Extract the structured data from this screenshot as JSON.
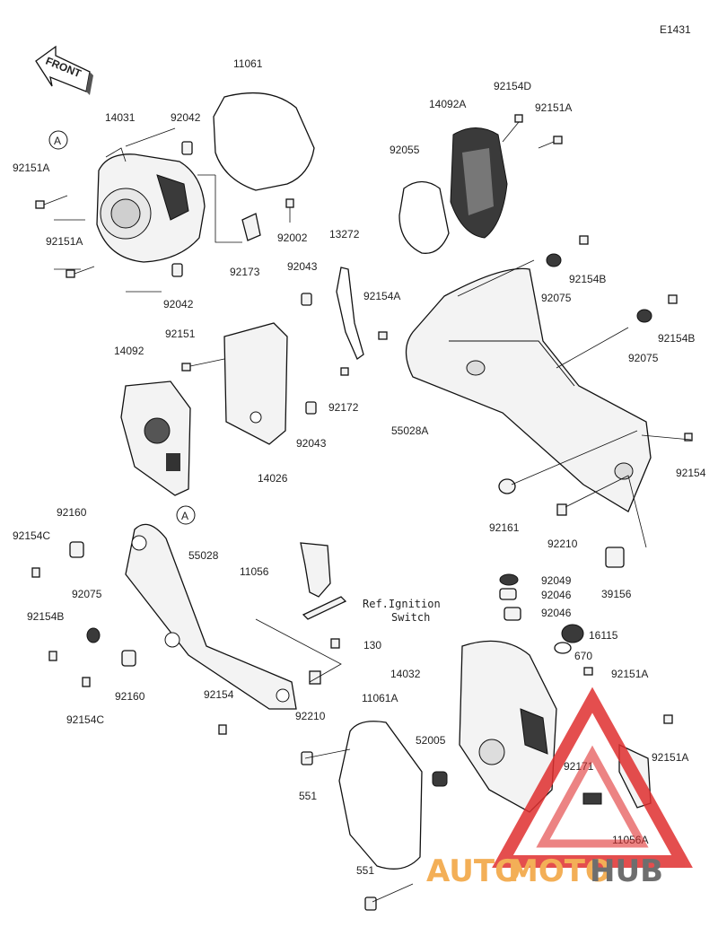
{
  "diagram_code": "E1431",
  "front_label": "FRONT",
  "callout_a": "A",
  "ref_note": [
    "Ref.Ignition",
    "Switch"
  ],
  "parts": [
    "11061",
    "14031",
    "92042",
    "92151A",
    "92002",
    "92173",
    "92151A",
    "92042",
    "14092A",
    "92154D",
    "92151A",
    "92055",
    "13272",
    "92043",
    "92154A",
    "92151",
    "14092",
    "92172",
    "92043",
    "14026",
    "92154B",
    "92075",
    "92075",
    "92154B",
    "55028A",
    "92154",
    "92161",
    "92210",
    "39156",
    "92160",
    "92154C",
    "55028",
    "92075",
    "92154B",
    "92160",
    "92154C",
    "92154",
    "92210",
    "11056",
    "130",
    "92049",
    "92046",
    "92046",
    "16115",
    "670",
    "14032",
    "92151A",
    "11061A",
    "52005",
    "551",
    "551",
    "92171",
    "92151A",
    "11056A"
  ],
  "watermark": {
    "part1": "AUTO",
    "part2": "MOTO",
    "part3": "HUB"
  },
  "colors": {
    "watermark_red": "#e03030",
    "watermark_orange": "#f2a23a",
    "watermark_gray": "#555555"
  }
}
